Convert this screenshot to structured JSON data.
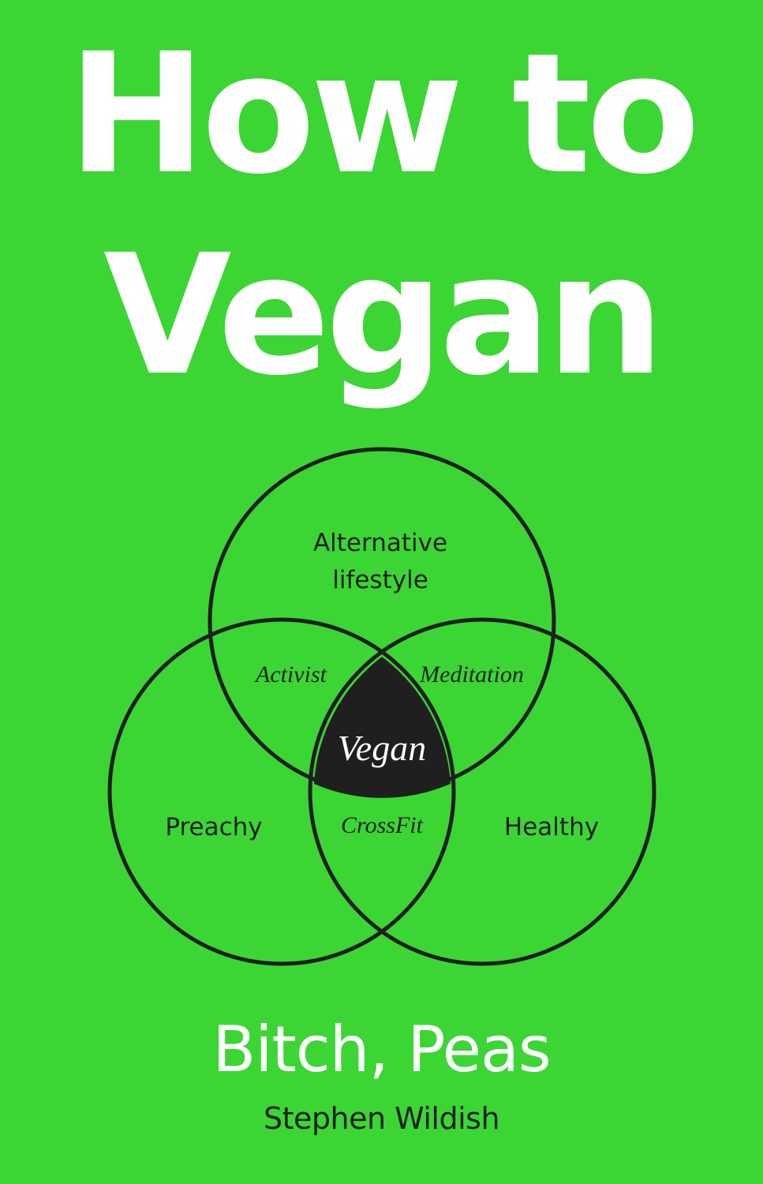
{
  "colors": {
    "background": "#3bd634",
    "title": "#ffffff",
    "ink": "#1f1f1f",
    "center_text": "#ffffff"
  },
  "cover": {
    "title_line_1": "How to",
    "title_line_2": "Vegan",
    "subtitle": "Bitch, Peas",
    "author": "Stephen Wildish"
  },
  "venn": {
    "top_label_line_1": "Alternative",
    "top_label_line_2": "lifestyle",
    "left_label": "Preachy",
    "right_label": "Healthy",
    "top_left_overlap": "Activist",
    "top_right_overlap": "Meditation",
    "bottom_overlap": "CrossFit",
    "center": "Vegan"
  }
}
